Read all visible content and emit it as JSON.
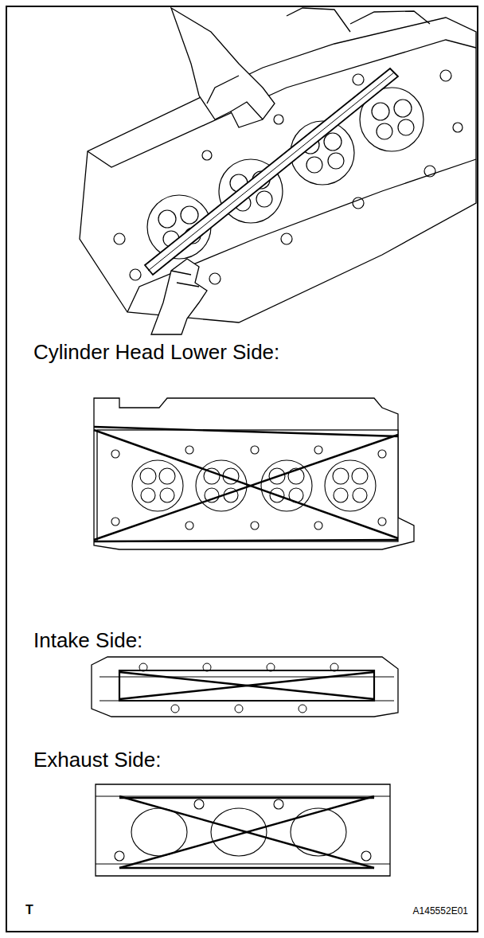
{
  "diagram": {
    "labels": [
      "Cylinder Head Lower Side:",
      "Intake Side:",
      "Exhaust Side:",
      "T",
      "A145552E01"
    ]
  }
}
